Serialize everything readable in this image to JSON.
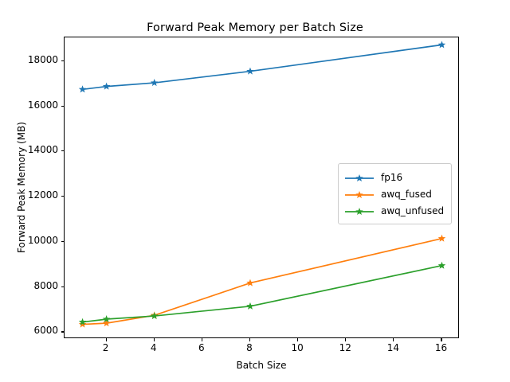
{
  "chart_data": {
    "type": "line",
    "title": "Forward Peak Memory per Batch Size",
    "xlabel": "Batch Size",
    "ylabel": "Forward Peak Memory (MB)",
    "x": [
      1,
      2,
      4,
      8,
      16
    ],
    "xlim": [
      0.25,
      16.75
    ],
    "ylim": [
      5700,
      19050
    ],
    "xticks": [
      2,
      4,
      6,
      8,
      10,
      12,
      14,
      16
    ],
    "yticks": [
      6000,
      8000,
      10000,
      12000,
      14000,
      16000,
      18000
    ],
    "xtick_labels": [
      "2",
      "4",
      "6",
      "8",
      "10",
      "12",
      "14",
      "16"
    ],
    "ytick_labels": [
      "6000",
      "8000",
      "10000",
      "12000",
      "14000",
      "16000",
      "18000"
    ],
    "grid": false,
    "legend_position": "center right",
    "marker": "star",
    "series": [
      {
        "name": "fp16",
        "color": "#1f77b4",
        "values": [
          16750,
          16880,
          17040,
          17550,
          18720
        ]
      },
      {
        "name": "awq_fused",
        "color": "#ff7f0e",
        "values": [
          6350,
          6400,
          6750,
          8180,
          10150
        ]
      },
      {
        "name": "awq_unfused",
        "color": "#2ca02c",
        "values": [
          6450,
          6580,
          6720,
          7150,
          8950
        ]
      }
    ]
  },
  "figure": {
    "background": "#ffffff",
    "axes_color": "#000000"
  }
}
